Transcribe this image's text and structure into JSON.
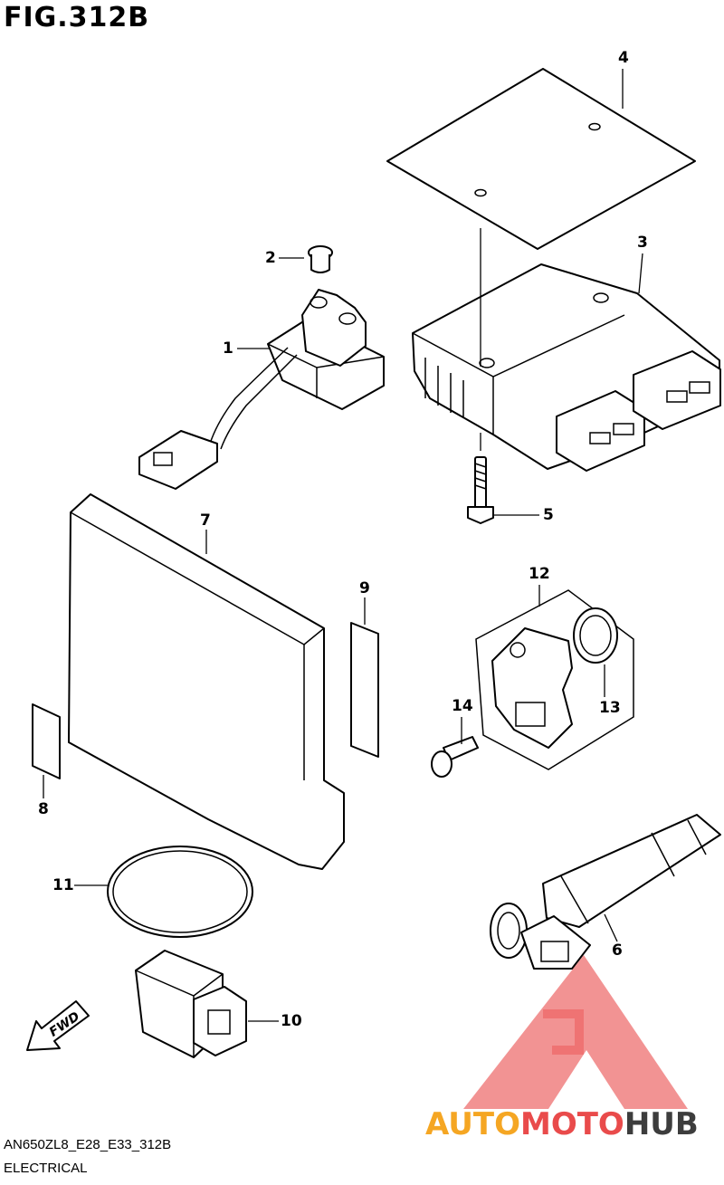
{
  "figure": {
    "title": "FIG.312B"
  },
  "footer": {
    "model_code": "AN650ZL8_E28_E33_312B",
    "section_name": "ELECTRICAL"
  },
  "fwd_label": "FWD",
  "callouts": [
    "1",
    "2",
    "3",
    "4",
    "5",
    "6",
    "7",
    "8",
    "9",
    "10",
    "11",
    "12",
    "13",
    "14"
  ],
  "watermark": {
    "logo_text_parts": [
      "AUTO",
      "MOTO",
      "HUB"
    ],
    "colors": {
      "auto": "#f5a623",
      "moto": "#e94b4b",
      "hub": "#3d3d3d",
      "triangle": "#e94b4b"
    }
  }
}
